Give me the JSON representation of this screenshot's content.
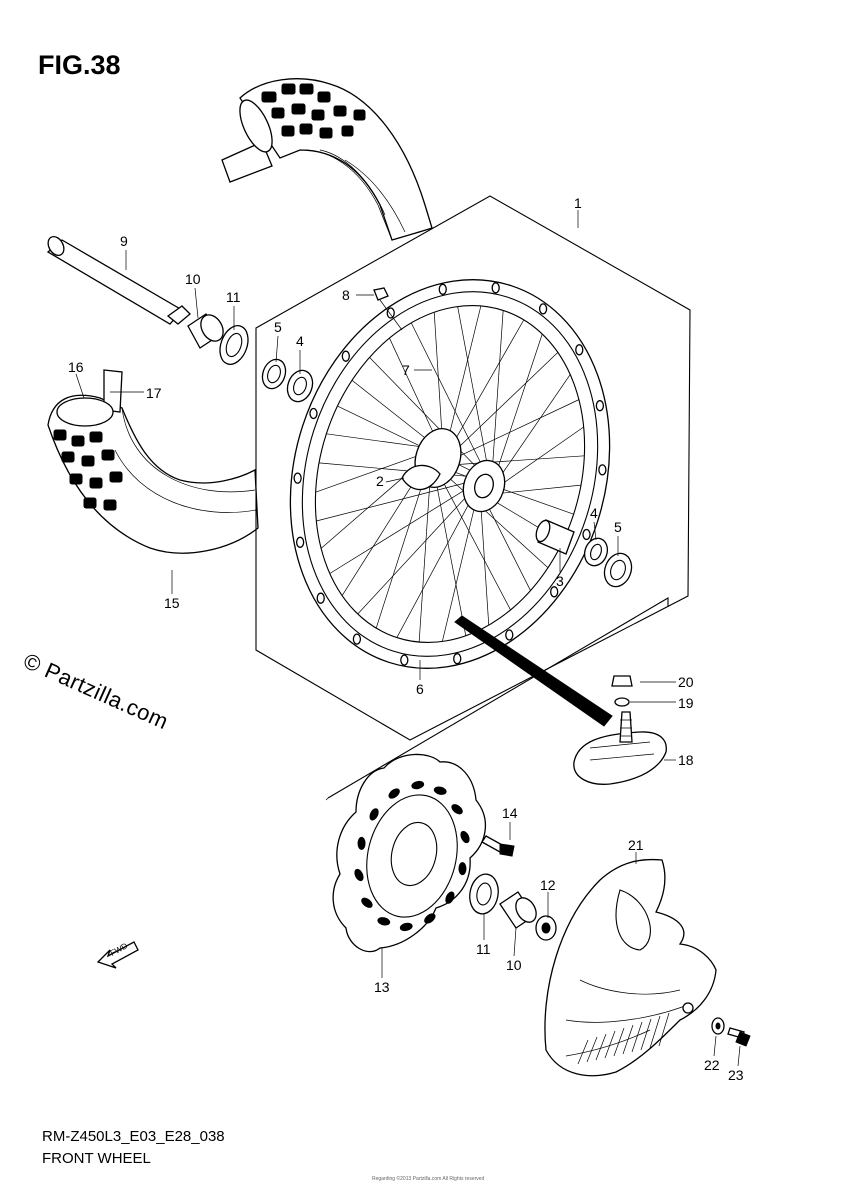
{
  "figure": {
    "title": "FIG.38",
    "model_code": "RM-Z450L3_E03_E28_038",
    "name": "FRONT WHEEL",
    "watermark": "© Partzilla.com",
    "footer_note": "Regarding ©2013 Partzilla.com All Rights reserved"
  },
  "fwd_label": "FWD",
  "callouts": [
    {
      "id": "1",
      "text": "1"
    },
    {
      "id": "2",
      "text": "2"
    },
    {
      "id": "3",
      "text": "3"
    },
    {
      "id": "4a",
      "text": "4"
    },
    {
      "id": "4b",
      "text": "4"
    },
    {
      "id": "5a",
      "text": "5"
    },
    {
      "id": "5b",
      "text": "5"
    },
    {
      "id": "6",
      "text": "6"
    },
    {
      "id": "7",
      "text": "7"
    },
    {
      "id": "8",
      "text": "8"
    },
    {
      "id": "9",
      "text": "9"
    },
    {
      "id": "10a",
      "text": "10"
    },
    {
      "id": "10b",
      "text": "10"
    },
    {
      "id": "11a",
      "text": "11"
    },
    {
      "id": "11b",
      "text": "11"
    },
    {
      "id": "12",
      "text": "12"
    },
    {
      "id": "13",
      "text": "13"
    },
    {
      "id": "14",
      "text": "14"
    },
    {
      "id": "15",
      "text": "15"
    },
    {
      "id": "16",
      "text": "16"
    },
    {
      "id": "17",
      "text": "17"
    },
    {
      "id": "18",
      "text": "18"
    },
    {
      "id": "19",
      "text": "19"
    },
    {
      "id": "20",
      "text": "20"
    },
    {
      "id": "21",
      "text": "21"
    },
    {
      "id": "22",
      "text": "22"
    },
    {
      "id": "23",
      "text": "23"
    }
  ]
}
